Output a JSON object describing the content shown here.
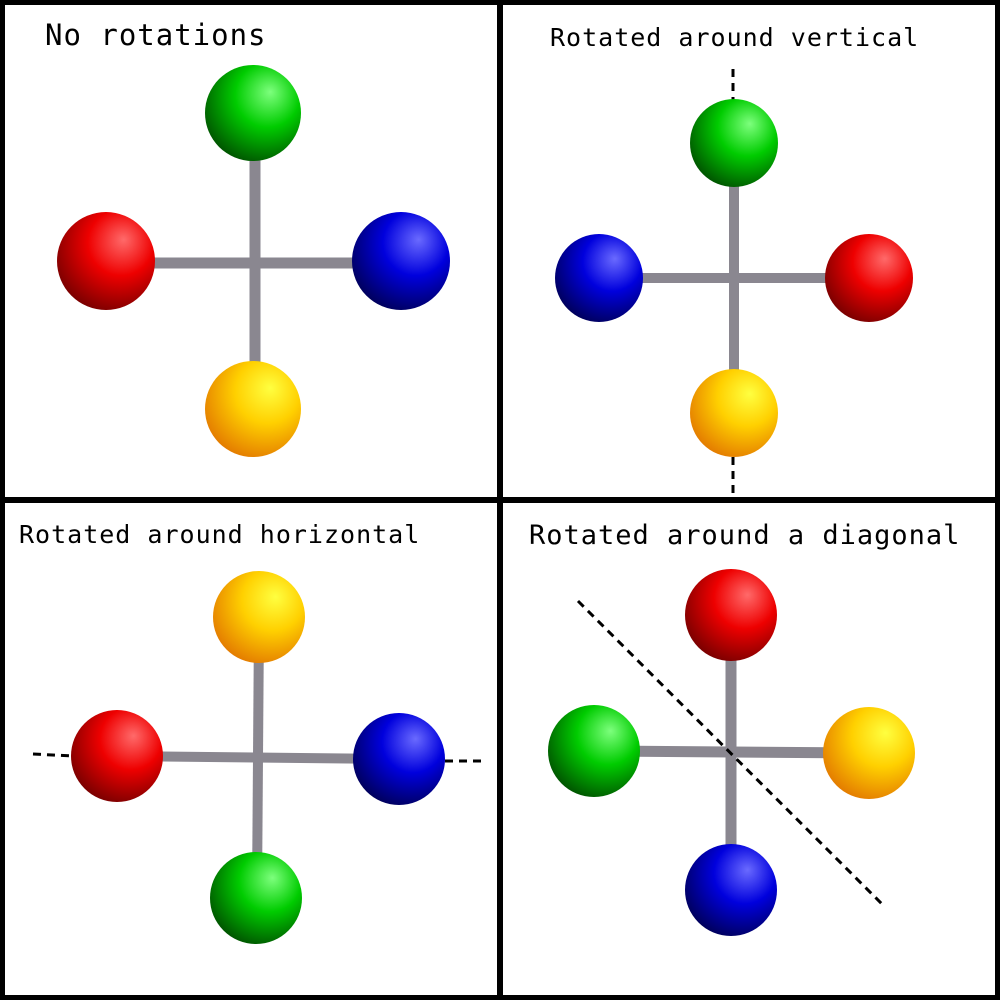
{
  "colors": {
    "red": "#e00000",
    "green": "#00c800",
    "blue": "#0000e0",
    "yellow": "#ffd400",
    "rod": "#8a8790",
    "axis_line": "#000000"
  },
  "panels": [
    {
      "title": "No rotations",
      "axis": "none",
      "balls": {
        "top": "green",
        "left": "red",
        "right": "blue",
        "bottom": "yellow"
      }
    },
    {
      "title": "Rotated around vertical",
      "axis": "vertical",
      "balls": {
        "top": "green",
        "left": "blue",
        "right": "red",
        "bottom": "yellow"
      }
    },
    {
      "title": "Rotated around horizontal",
      "axis": "horizontal",
      "balls": {
        "top": "yellow",
        "left": "red",
        "right": "blue",
        "bottom": "green"
      }
    },
    {
      "title": "Rotated around a diagonal",
      "axis": "diagonal",
      "balls": {
        "top": "red",
        "left": "green",
        "right": "yellow",
        "bottom": "blue"
      }
    }
  ]
}
